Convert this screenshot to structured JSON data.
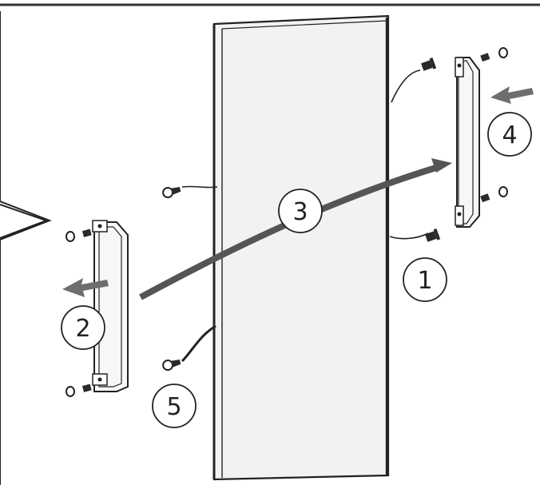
{
  "diagram": {
    "steps": [
      "1",
      "2",
      "3",
      "4",
      "5"
    ],
    "colors": {
      "line": "#222222",
      "door_fill": "#f2f2f2",
      "arrow_fill": "#6e6e6e",
      "screw": "#2a2a2a"
    }
  }
}
